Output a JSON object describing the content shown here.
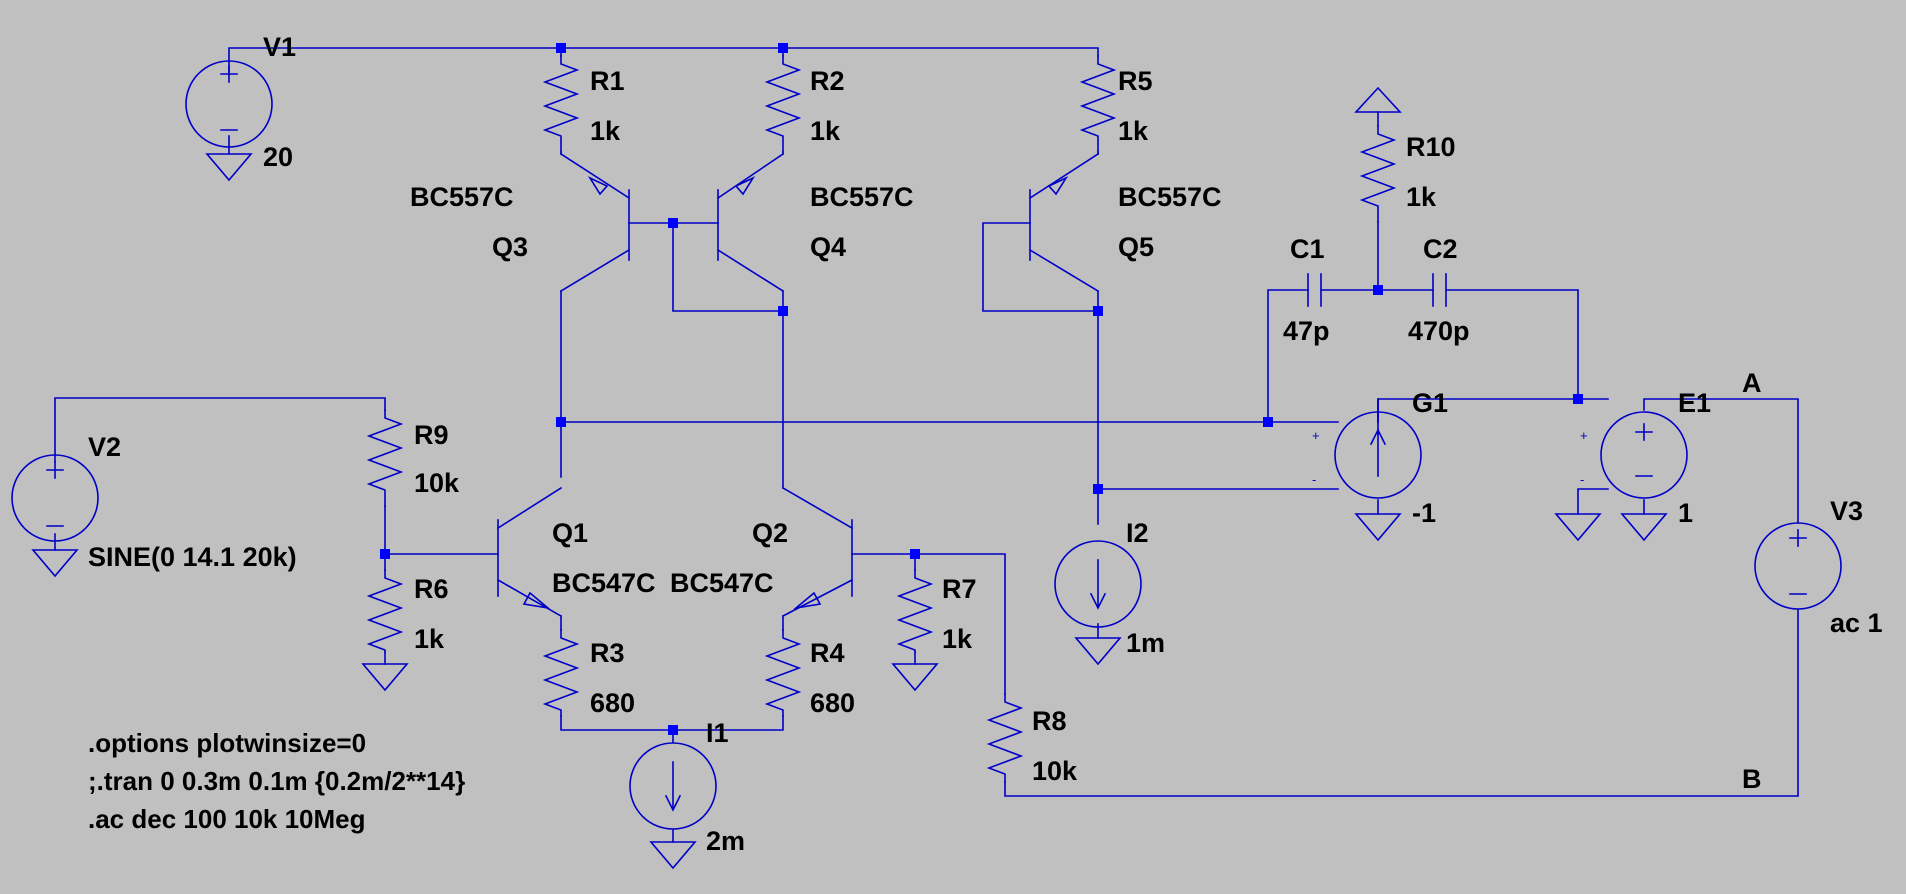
{
  "schematic": {
    "sources": {
      "V1": {
        "name": "V1",
        "value": "20"
      },
      "V2": {
        "name": "V2",
        "value": "SINE(0 14.1 20k)"
      },
      "V3": {
        "name": "V3",
        "value": "ac 1"
      },
      "I1": {
        "name": "I1",
        "value": "2m"
      },
      "I2": {
        "name": "I2",
        "value": "1m"
      },
      "G1": {
        "name": "G1",
        "value": "-1"
      },
      "E1": {
        "name": "E1",
        "value": "1"
      }
    },
    "resistors": {
      "R1": {
        "name": "R1",
        "value": "1k"
      },
      "R2": {
        "name": "R2",
        "value": "1k"
      },
      "R3": {
        "name": "R3",
        "value": "680"
      },
      "R4": {
        "name": "R4",
        "value": "680"
      },
      "R5": {
        "name": "R5",
        "value": "1k"
      },
      "R6": {
        "name": "R6",
        "value": "1k"
      },
      "R7": {
        "name": "R7",
        "value": "1k"
      },
      "R8": {
        "name": "R8",
        "value": "10k"
      },
      "R9": {
        "name": "R9",
        "value": "10k"
      },
      "R10": {
        "name": "R10",
        "value": "1k"
      }
    },
    "capacitors": {
      "C1": {
        "name": "C1",
        "value": "47p"
      },
      "C2": {
        "name": "C2",
        "value": "470p"
      }
    },
    "transistors": {
      "Q1": {
        "name": "Q1",
        "model": "BC547C"
      },
      "Q2": {
        "name": "Q2",
        "model": "BC547C"
      },
      "Q3": {
        "name": "Q3",
        "model": "BC557C"
      },
      "Q4": {
        "name": "Q4",
        "model": "BC557C"
      },
      "Q5": {
        "name": "Q5",
        "model": "BC557C"
      }
    },
    "net_labels": {
      "A": "A",
      "B": "B"
    },
    "directives": [
      ".options plotwinsize=0",
      ";.tran 0 0.3m 0.1m {0.2m/2**14}",
      ".ac dec 100 10k 10Meg"
    ],
    "colors": {
      "background": "#c0c0c0",
      "wire": "#0000c8",
      "junction": "#0000ff",
      "text": "#000000"
    }
  }
}
